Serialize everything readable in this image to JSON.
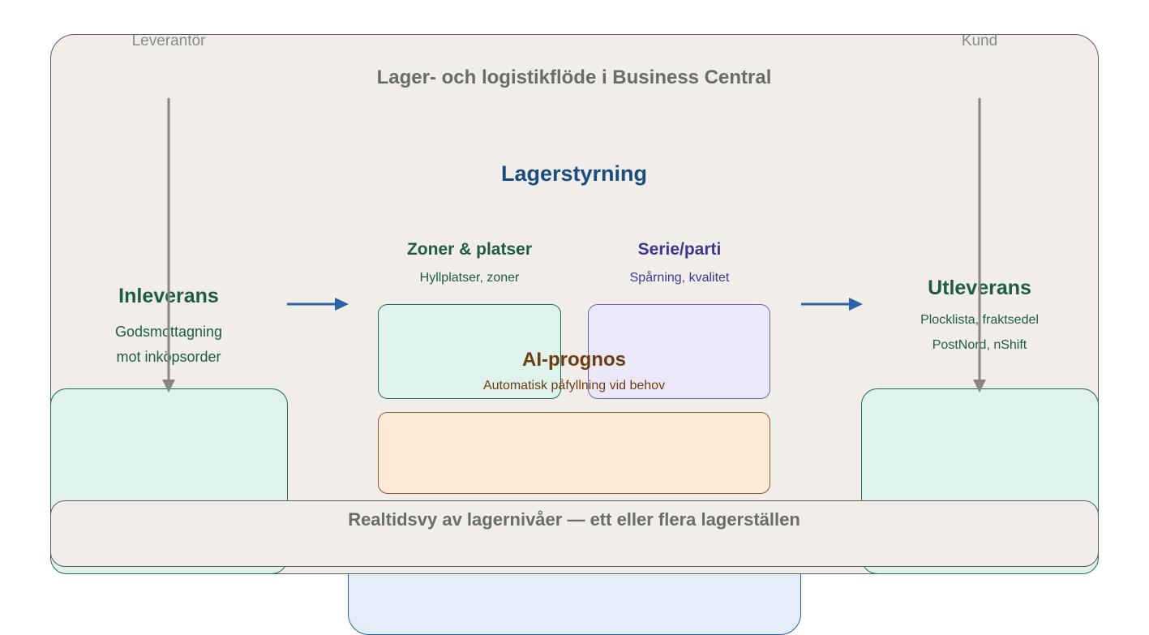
{
  "diagram": {
    "title": "Lager- och logistikflöde i Business Central",
    "top_labels": {
      "left": "Leverantör",
      "right": "Kund"
    },
    "center_title": "Lagerstyrning",
    "inleverans": {
      "title": "Inleverans",
      "line1": "Godsmottagning",
      "line2": "mot inköpsorder"
    },
    "zoner": {
      "title": "Zoner & platser",
      "subtitle": "Hyllplatser, zoner"
    },
    "serie": {
      "title": "Serie/parti",
      "subtitle": "Spårning, kvalitet"
    },
    "ai": {
      "title": "AI-prognos",
      "subtitle": "Automatisk påfyllning vid behov"
    },
    "utleverans": {
      "title": "Utleverans",
      "line1": "Plocklista, fraktsedel",
      "line2": "PostNord, nShift"
    },
    "bottom_bar": "Realtidsvy av lagernivåer — ett eller flera lagerställen"
  },
  "colors": {
    "main_bg": "#f1eee9",
    "main_border": "#5b5b5b",
    "green_fill": "#e0f2ec",
    "green_border": "#1f6b4f",
    "green_text": "#1d5c43",
    "purple_fill": "#ebe9f9",
    "purple_border": "#6c63b5",
    "purple_text": "#3f3691",
    "orange_fill": "#fbead6",
    "orange_border": "#8a5a2b",
    "orange_text": "#6b3e12",
    "blue_fill": "#e4eef9",
    "blue_border": "#2a5fa0",
    "blue_text": "#1a4c82",
    "gray_text": "#6b6b6b",
    "arrow_blue": "#2a63a8",
    "arrow_gray": "#8a8780"
  }
}
